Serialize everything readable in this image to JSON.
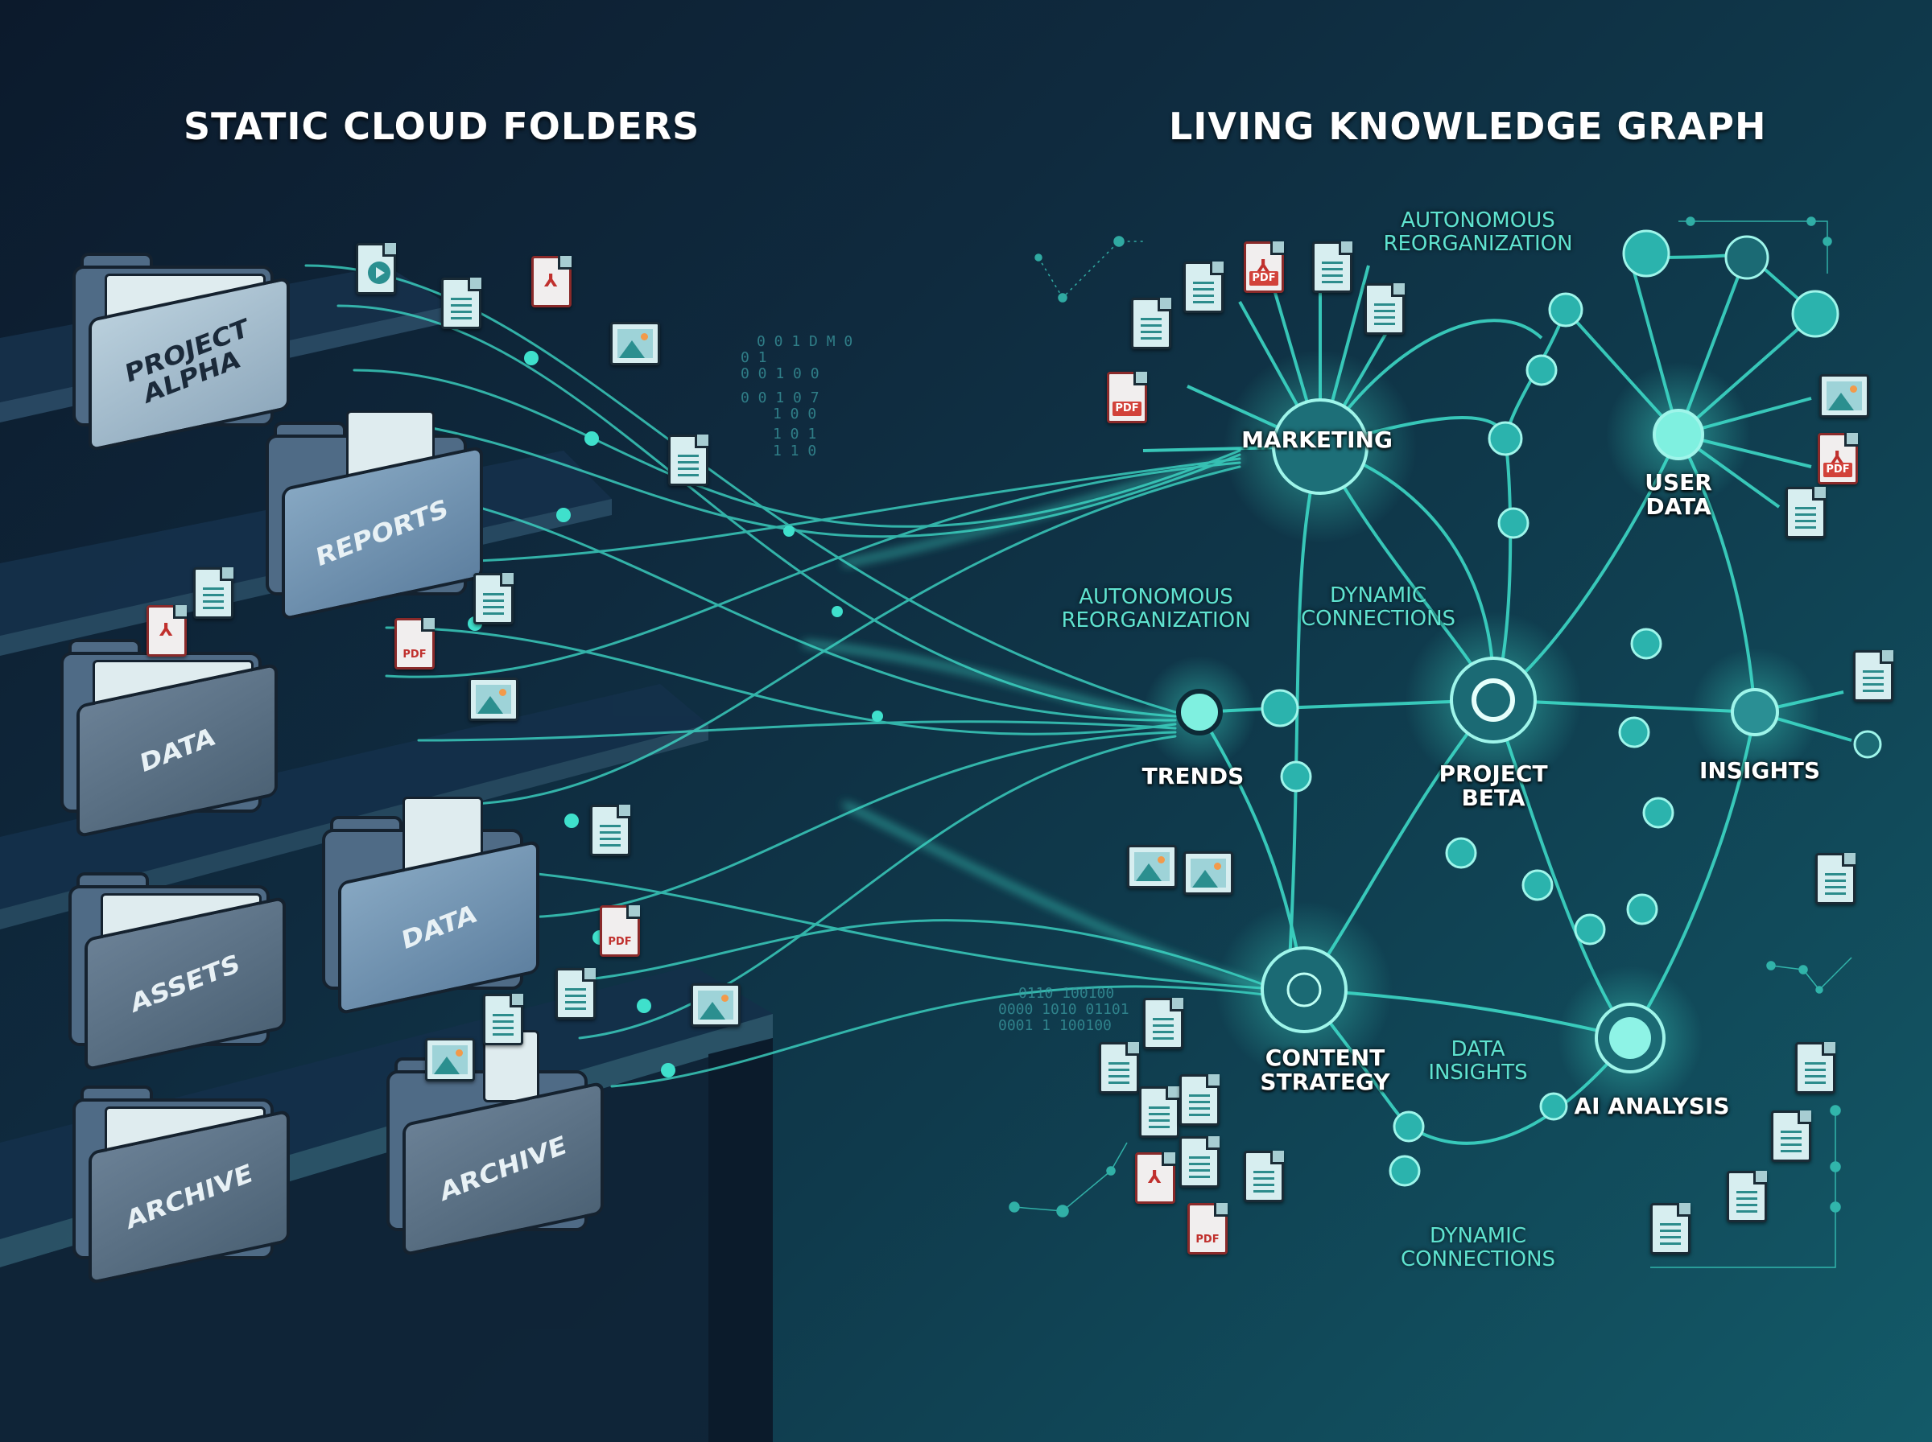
{
  "titles": {
    "left": "STATIC CLOUD FOLDERS",
    "right": "LIVING KNOWLEDGE GRAPH"
  },
  "folders": [
    {
      "label": "PROJECT\nALPHA",
      "style": "light"
    },
    {
      "label": "REPORTS",
      "style": "mid"
    },
    {
      "label": "DATA",
      "style": "dark"
    },
    {
      "label": "DATA",
      "style": "mid"
    },
    {
      "label": "ASSETS",
      "style": "dark"
    },
    {
      "label": "ARCHIVE",
      "style": "dark"
    },
    {
      "label": "ARCHIVE",
      "style": "dark"
    }
  ],
  "graph": {
    "nodes": [
      {
        "label": "MARKETING"
      },
      {
        "label": "USER\nDATA"
      },
      {
        "label": "TRENDS"
      },
      {
        "label": "PROJECT\nBETA"
      },
      {
        "label": "INSIGHTS"
      },
      {
        "label": "CONTENT\nSTRATEGY"
      },
      {
        "label": "AI ANALYSIS"
      }
    ],
    "annotations": [
      {
        "text": "AUTONOMOUS\nREORGANIZATION"
      },
      {
        "text": "AUTONOMOUS\nREORGANIZATION"
      },
      {
        "text": "DYNAMIC\nCONNECTIONS"
      },
      {
        "text": "DATA\nINSIGHTS"
      },
      {
        "text": "DYNAMIC\nCONNECTIONS"
      }
    ]
  },
  "file_icons": {
    "pdf_label": "PDF",
    "types": [
      "document",
      "pdf",
      "image",
      "video"
    ]
  },
  "colors": {
    "background_dark": "#0c1a2c",
    "background_teal": "#135a68",
    "accent_cyan": "#3fe0cc",
    "annotation_text": "#5fe3d0",
    "pdf_red": "#c0302d",
    "title_text": "#ffffff"
  }
}
